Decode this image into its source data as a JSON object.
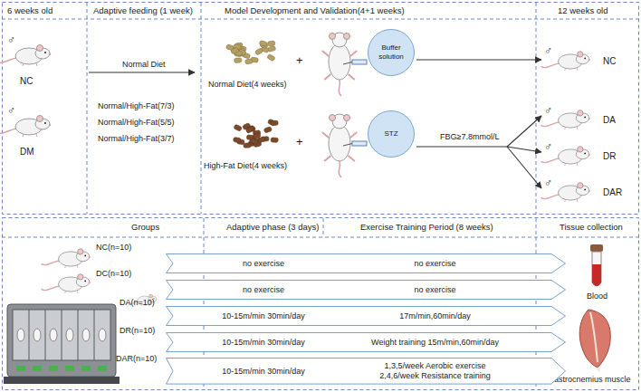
{
  "diagram": {
    "nodes": [
      {
        "text": [
          "Buffer solution"
        ]
      },
      {
        "text": [
          "STZ"
        ]
      },
      {
        "text": [
          "no exercise",
          "no exercise"
        ]
      },
      {
        "text": [
          "no exercise",
          "no exercise"
        ]
      },
      {
        "text": [
          "10-15m/min 30min/day",
          "17m/min,60min/day"
        ]
      },
      {
        "text": [
          "10-15m/min 30min/day",
          "Weight training 15m/min,60min/day"
        ]
      },
      {
        "text": [
          "10-15m/min 30min/day",
          "1,3,5/week Aerobic exercise 2,4,6/week Resistance training"
        ]
      }
    ],
    "labels": [
      "6 weeks old",
      "Adaptive feeding (1 week)",
      "Model Development and Validation(4+1 weeks)",
      "12 weeks old",
      "♂",
      "NC",
      "Normal Diet",
      "♂",
      "DM",
      "Normal/High-Fat(7/3)",
      "Normal/High-Fat(5/5)",
      "Normal/High-Fat(3/7)",
      "Normal Diet(4 weeks)",
      "+",
      "High-Fat Diet(4 weeks)",
      "+",
      "FBG≥7.8mmol/L",
      "♂",
      "NC",
      "♂",
      "DA",
      "♂",
      "DR",
      "♂",
      "DAR",
      "Groups",
      "Adaptive phase (3 days)",
      "Exercise Training Period (8 weeks)",
      "Tissue collection",
      "NC(n=10)",
      "DC(n=10)",
      "DA(n=10)",
      "DR(n=10)",
      "DAR(n=10)",
      "Blood",
      "Gastrocnemius muscle"
    ]
  }
}
